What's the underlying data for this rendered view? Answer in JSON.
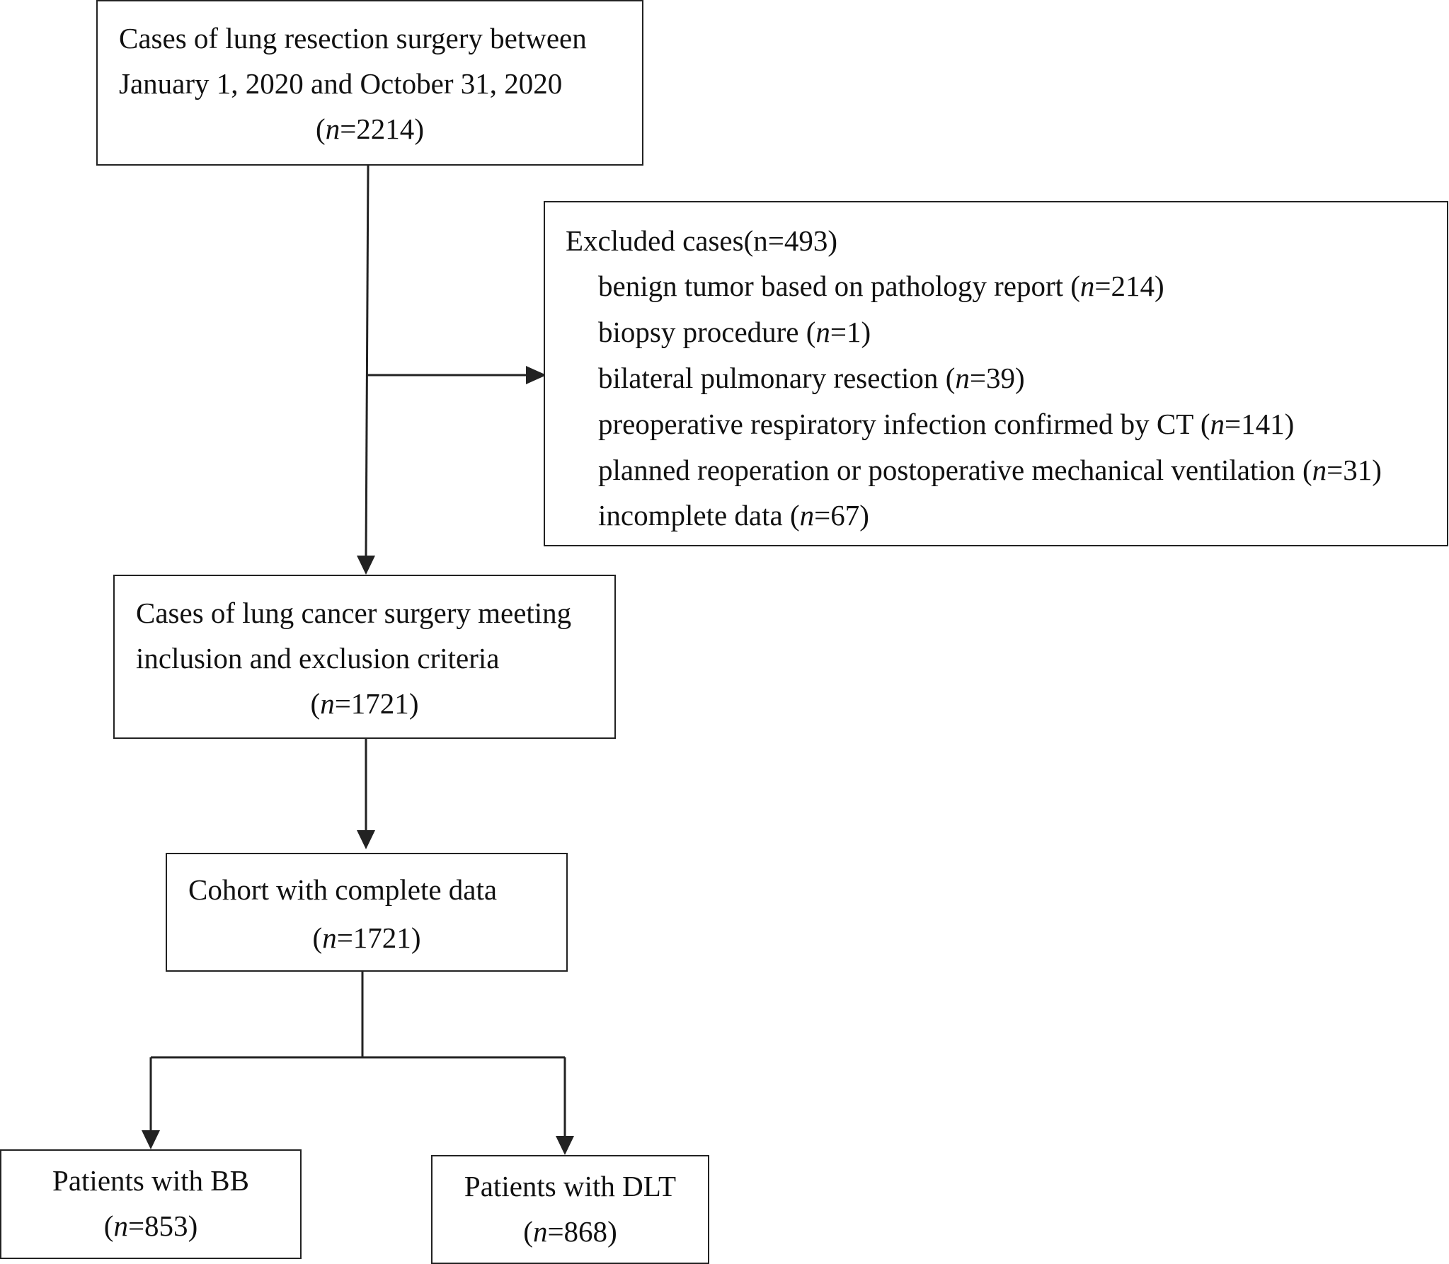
{
  "boxes": {
    "start": {
      "line1": "Cases of lung resection surgery between",
      "line2": "January 1, 2020 and October 31, 2020",
      "n_var": "n",
      "n_value": "=2214"
    },
    "excluded": {
      "title": "Excluded cases(n=493)",
      "items": [
        {
          "label": "benign tumor based on pathology report",
          "n_var": "n",
          "n_value": "=214"
        },
        {
          "label": "biopsy procedure",
          "n_var": "n",
          "n_value": "=1"
        },
        {
          "label": "bilateral pulmonary resection",
          "n_var": "n",
          "n_value": "=39"
        },
        {
          "label": "preoperative respiratory infection confirmed by CT",
          "n_var": "n",
          "n_value": "=141"
        },
        {
          "label": "planned reoperation or postoperative mechanical ventilation",
          "n_var": "n",
          "n_value": "=31"
        },
        {
          "label": "incomplete data",
          "n_var": "n",
          "n_value": "=67"
        }
      ]
    },
    "criteria": {
      "line1": "Cases of lung cancer surgery meeting",
      "line2": "inclusion and exclusion criteria",
      "n_var": "n",
      "n_value": "=1721"
    },
    "cohort": {
      "line1": "Cohort with complete data",
      "n_var": "n",
      "n_value": "=1721"
    },
    "bb": {
      "line1": "Patients with BB",
      "n_var": "n",
      "n_value": "=853"
    },
    "dlt": {
      "line1": "Patients with DLT",
      "n_var": "n",
      "n_value": "=868"
    }
  },
  "colors": {
    "stroke": "#222222",
    "text": "#111111",
    "background": "#ffffff"
  }
}
